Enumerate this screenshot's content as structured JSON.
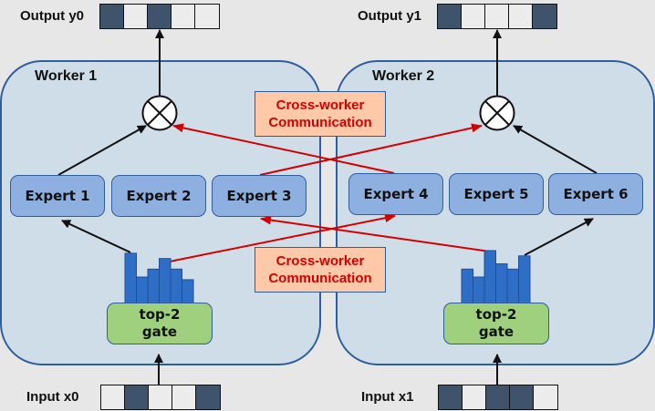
{
  "title": "Mixture-of-Experts cross-worker routing",
  "colors": {
    "background": "#e7e7e7",
    "worker_fill": "#cfdde9",
    "worker_border": "#2e5e9e",
    "expert_fill": "#8eb0e0",
    "gate_fill": "#9ed07e",
    "comm_fill": "#fdc9a8",
    "comm_text": "#d40000",
    "vector_on": "#3f536d",
    "vector_off": "#ececec",
    "histogram_bar": "#2f6ec6",
    "local_arrow": "#111111",
    "remote_arrow": "#d40000"
  },
  "workers": [
    {
      "title": "Worker 1",
      "experts": [
        "Expert 1",
        "Expert 2",
        "Expert 3"
      ],
      "gate": {
        "line1": "top-2",
        "line2": "gate"
      },
      "gate_scores": [
        0.95,
        0.5,
        0.65,
        0.85,
        0.65,
        0.45
      ],
      "input": {
        "label": "Input x0",
        "cells": [
          0,
          1,
          0,
          0,
          1
        ]
      },
      "output": {
        "label": "Output y0",
        "cells": [
          1,
          0,
          1,
          0,
          0
        ]
      }
    },
    {
      "title": "Worker 2",
      "experts": [
        "Expert 4",
        "Expert 5",
        "Expert 6"
      ],
      "gate": {
        "line1": "top-2",
        "line2": "gate"
      },
      "gate_scores": [
        0.65,
        0.5,
        1.0,
        0.75,
        0.65,
        0.9
      ],
      "input": {
        "label": "Input x1",
        "cells": [
          1,
          0,
          1,
          1,
          0
        ]
      },
      "output": {
        "label": "Output y1",
        "cells": [
          1,
          0,
          0,
          0,
          1
        ]
      }
    }
  ],
  "communication": {
    "top": {
      "line1": "Cross-worker",
      "line2": "Communication"
    },
    "bottom": {
      "line1": "Cross-worker",
      "line2": "Communication"
    }
  },
  "routes": [
    {
      "from": "gate-0",
      "to": "Expert 1",
      "kind": "local"
    },
    {
      "from": "gate-0",
      "to": "Expert 4",
      "kind": "remote"
    },
    {
      "from": "gate-1",
      "to": "Expert 6",
      "kind": "local"
    },
    {
      "from": "gate-1",
      "to": "Expert 3",
      "kind": "remote"
    },
    {
      "from": "Expert 1",
      "to": "combine-0",
      "kind": "local"
    },
    {
      "from": "Expert 4",
      "to": "combine-0",
      "kind": "remote"
    },
    {
      "from": "Expert 6",
      "to": "combine-1",
      "kind": "local"
    },
    {
      "from": "Expert 3",
      "to": "combine-1",
      "kind": "remote"
    }
  ]
}
